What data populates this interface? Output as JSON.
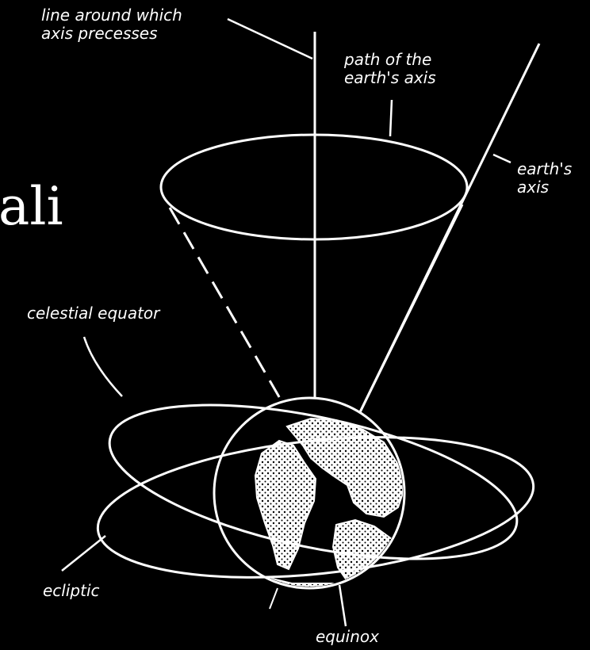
{
  "labels": {
    "line_around": [
      "line around which",
      "axis precesses"
    ],
    "path_axis": [
      "path of the",
      "earth's axis"
    ],
    "earths_axis": [
      "earth's",
      "axis"
    ],
    "celestial_equator": "celestial equator",
    "ecliptic": "ecliptic",
    "equinox": "equinox"
  },
  "fragment_text": "ali",
  "colors": {
    "background": "#000000",
    "line": "#ffffff"
  }
}
